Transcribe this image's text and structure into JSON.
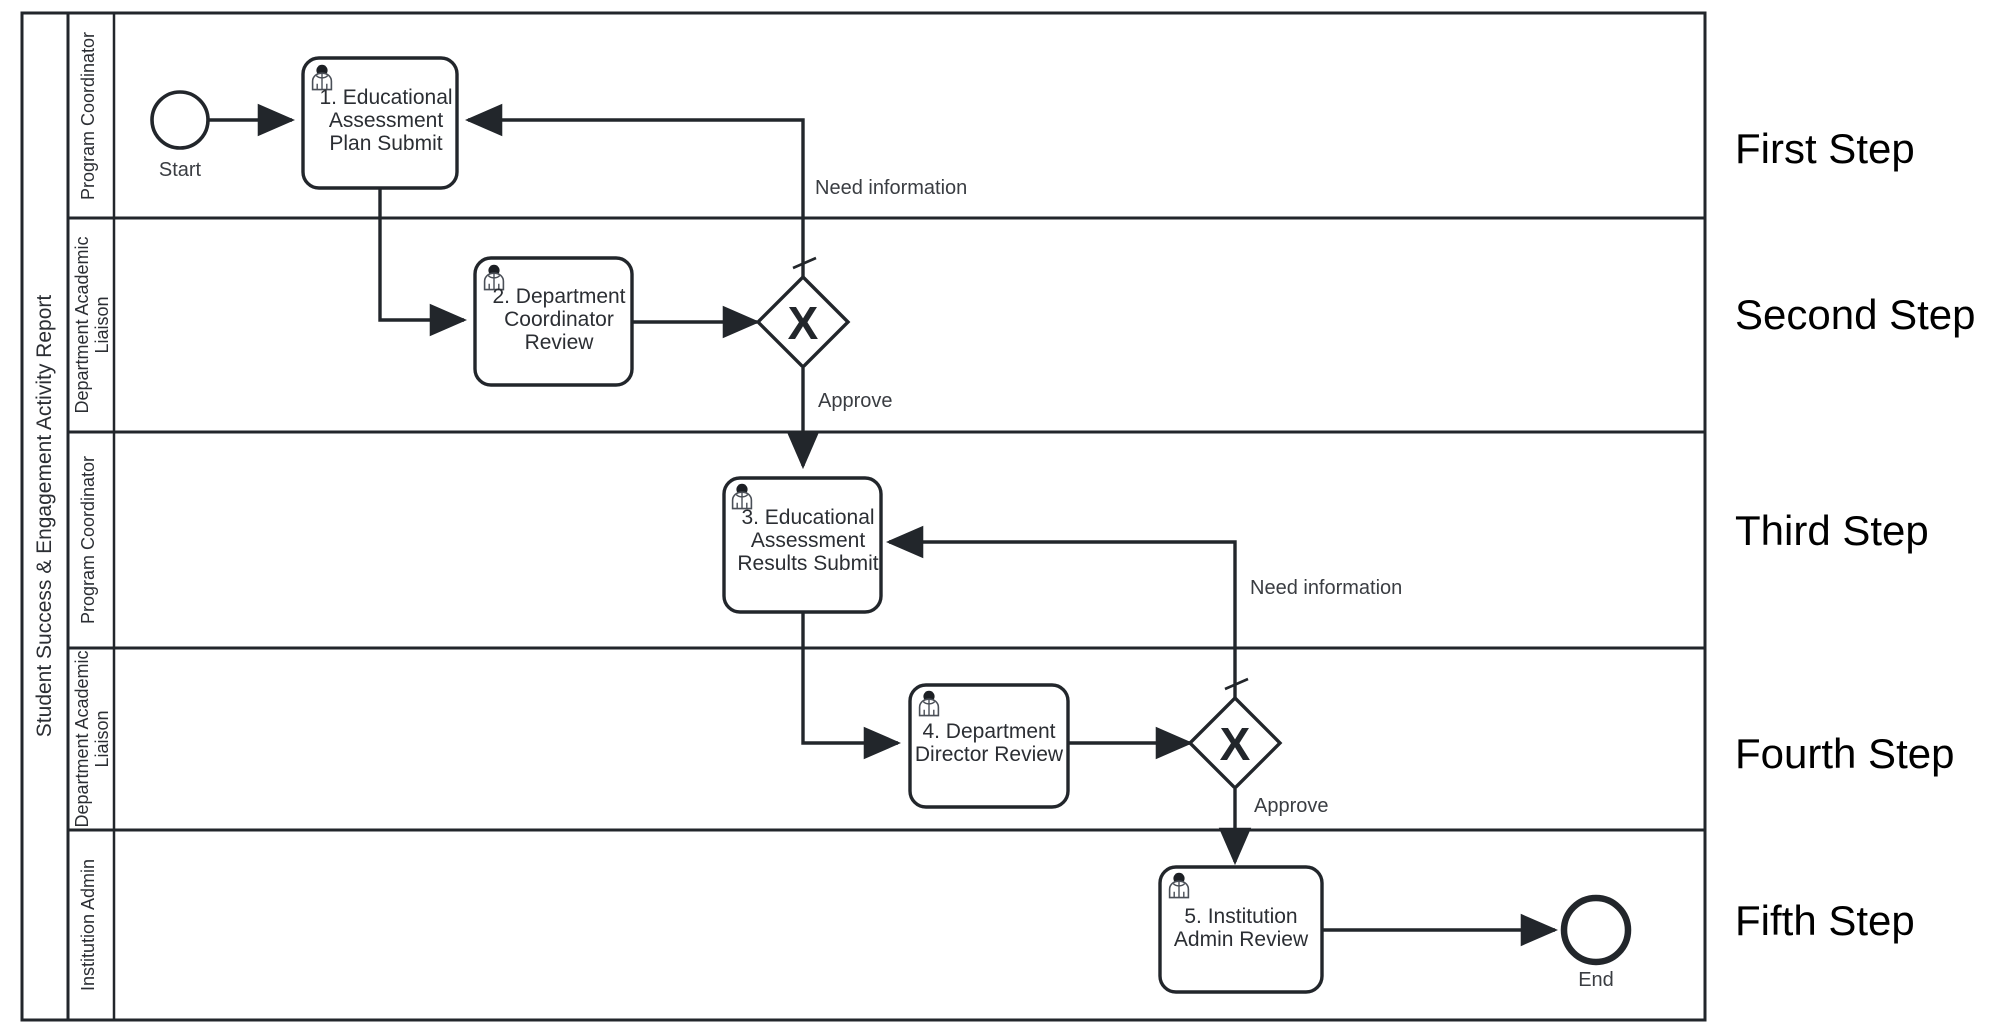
{
  "diagram": {
    "type": "bpmn-pool-lanes",
    "pool_label": "Student Success & Engagement Activity Report",
    "colors": {
      "stroke": "#22262b",
      "lane_stroke": "#22262b",
      "text": "#2b2e33",
      "edge_text": "#3a3d42",
      "background": "#ffffff"
    }
  },
  "lanes": [
    {
      "label": "Program Coordinator"
    },
    {
      "label": "Department Academic Liaison"
    },
    {
      "label": "Program Coordinator"
    },
    {
      "label": "Department Academic Liaison"
    },
    {
      "label": "Institution Admin"
    }
  ],
  "events": {
    "start": {
      "label": "Start"
    },
    "end": {
      "label": "End"
    }
  },
  "tasks": [
    {
      "id": "t1",
      "label": "1. Educational Assessment Plan Submit",
      "lines": [
        "1. Educational",
        "Assessment",
        "Plan Submit"
      ],
      "icon": "user-icon"
    },
    {
      "id": "t2",
      "label": "2. Department Coordinator Review",
      "lines": [
        "2. Department",
        "Coordinator",
        "Review"
      ],
      "icon": "user-icon"
    },
    {
      "id": "t3",
      "label": "3. Educational Assessment Results Submit",
      "lines": [
        "3. Educational",
        "Assessment",
        "Results Submit"
      ],
      "icon": "user-icon"
    },
    {
      "id": "t4",
      "label": "4. Department Director Review",
      "lines": [
        "4. Department",
        "Director Review"
      ],
      "icon": "user-icon"
    },
    {
      "id": "t5",
      "label": "5. Institution Admin Review",
      "lines": [
        "5. Institution",
        "Admin Review"
      ],
      "icon": "user-icon"
    }
  ],
  "gateways": [
    {
      "id": "g1",
      "symbol": "X",
      "type": "exclusive"
    },
    {
      "id": "g2",
      "symbol": "X",
      "type": "exclusive"
    }
  ],
  "flow_labels": {
    "need_information_1": "Need information",
    "approve_1": "Approve",
    "need_information_2": "Need information",
    "approve_2": "Approve"
  },
  "step_labels": [
    {
      "text": "First Step"
    },
    {
      "text": "Second Step"
    },
    {
      "text": "Third Step"
    },
    {
      "text": "Fourth Step"
    },
    {
      "text": "Fifth Step"
    }
  ]
}
